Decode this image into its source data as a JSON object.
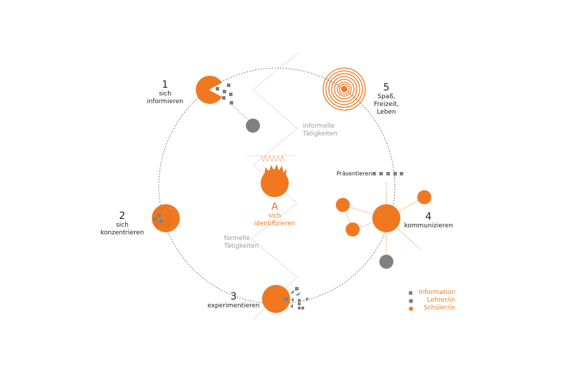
{
  "nodes": [
    {
      "number": "1",
      "label": "sich informieren"
    },
    {
      "number": "2",
      "label": "sich konzentrieren"
    },
    {
      "number": "3",
      "label": "experimentieren"
    },
    {
      "number": "4",
      "label": "kommunizieren"
    },
    {
      "number": "5",
      "label_lines": [
        "Spaß,",
        "Freizeit,",
        "Leben"
      ]
    }
  ],
  "center": {
    "letter": "A",
    "line1": "sich",
    "line2": "identifizieren"
  },
  "zigzag_labels": {
    "informal": [
      "informelle",
      "Tätigkeiten"
    ],
    "formal": [
      "formelle",
      "Tätigkeiten"
    ]
  },
  "presenting_label": "Präsentieren",
  "legend": [
    {
      "label": "Information",
      "shape": "square",
      "color": "#808080"
    },
    {
      "label": "Lehrer/in",
      "shape": "circle",
      "color": "#808080"
    },
    {
      "label": "Schüler/in",
      "shape": "circle",
      "color": "#f07820"
    }
  ],
  "colors": {
    "orange": "#f07820",
    "gray": "#808080"
  }
}
